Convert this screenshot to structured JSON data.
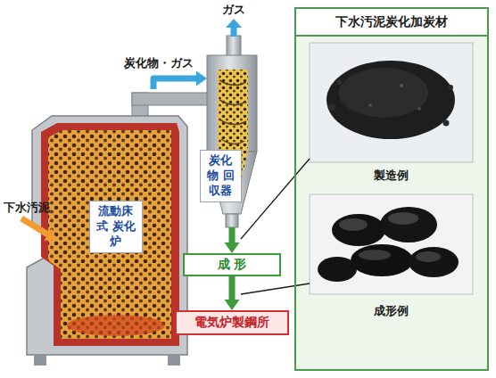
{
  "diagram": {
    "nodes": [
      {
        "text": [
          "下水汚泥炭化加炭材"
        ]
      },
      {
        "text": [
          "製造例"
        ],
        "in": 0
      },
      {
        "text": [
          "成形例"
        ],
        "in": 0
      },
      {
        "text": [
          "流動床式 炭化炉"
        ]
      },
      {
        "text": [
          "炭化物 回収器"
        ]
      },
      {
        "text": [
          "成 形"
        ]
      },
      {
        "text": [
          "電気炉製鋼所"
        ]
      }
    ],
    "edges": [
      {
        "from": 3,
        "to": 4,
        "arrow": "to",
        "label": "炭化物・ガス"
      },
      {
        "from": 4,
        "to": 5,
        "arrow": "to"
      },
      {
        "from": 5,
        "to": 6,
        "arrow": "to"
      }
    ],
    "labels": [
      "ガス",
      "下水汚泥"
    ]
  }
}
